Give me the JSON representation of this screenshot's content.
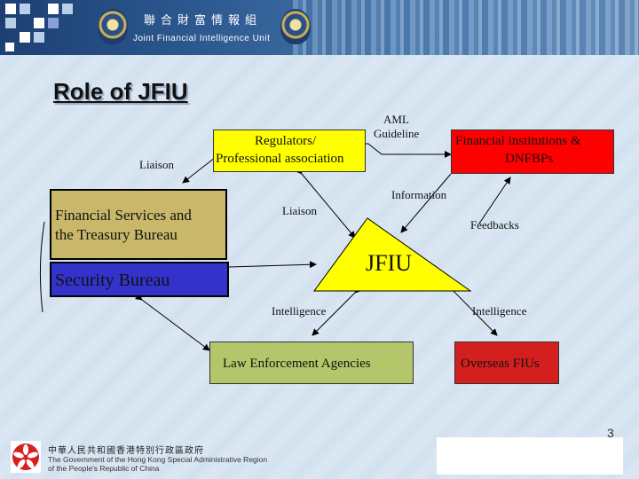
{
  "header": {
    "chinese_title": "聯合財富情報組",
    "english_title": "Joint Financial Intelligence Unit"
  },
  "slide": {
    "title": "Role of JFIU",
    "page_number": "3"
  },
  "diagram": {
    "nodes": {
      "regulators_line1": "Regulators/",
      "regulators_line2": "Professional association",
      "financial_institutions_line1": "Financial institutions &",
      "financial_institutions_line2": "DNFBPs",
      "fstb_line1": "Financial Services and",
      "fstb_line2": "the Treasury Bureau",
      "security_bureau": "Security Bureau",
      "jfiu": "JFIU",
      "law_enforcement": "Law Enforcement Agencies",
      "overseas_fius": "Overseas FIUs"
    },
    "edge_labels": {
      "aml_line1": "AML",
      "aml_line2": "Guideline",
      "liaison_left": "Liaison",
      "liaison_center": "Liaison",
      "information": "Information",
      "feedbacks": "Feedbacks",
      "intelligence_left": "Intelligence",
      "intelligence_right": "Intelligence"
    },
    "colors": {
      "regulators_fill": "#ffff00",
      "financial_institutions_fill": "#ff0000",
      "fstb_fill": "#c9b86a",
      "security_bureau_fill": "#3333cc",
      "jfiu_fill": "#ffff00",
      "law_enforcement_fill": "#b3c66a",
      "overseas_fill": "#d41f1f"
    }
  },
  "footer": {
    "chinese_text": "中華人民共和國香港特別行政區政府",
    "english_line1": "The Government of the Hong Kong Special Administrative Region",
    "english_line2": "of the People's Republic of China"
  }
}
